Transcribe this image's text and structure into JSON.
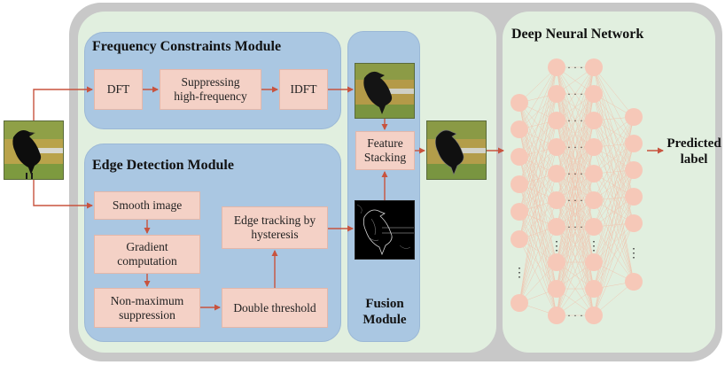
{
  "frequency_module": {
    "title": "Frequency Constraints Module",
    "dft": "DFT",
    "suppress": "Suppressing\nhigh-frequency",
    "idft": "IDFT"
  },
  "edge_module": {
    "title": "Edge Detection Module",
    "smooth": "Smooth image",
    "gradient": "Gradient\ncomputation",
    "nonmax": "Non-maximum\nsuppression",
    "double": "Double threshold",
    "tracking": "Edge tracking by\nhysteresis"
  },
  "fusion_module": {
    "title": "Fusion\nModule",
    "stacking": "Feature\nStacking"
  },
  "dnn": {
    "title": "Deep Neural Network",
    "ellipsis_h": "· · ·",
    "ellipsis_v": "⋮"
  },
  "output": {
    "label": "Predicted\nlabel"
  },
  "colors": {
    "arrow": "#c8533e",
    "node": "#f6c8b8",
    "box": "#f4d1c6",
    "panel": "#aac7e2"
  }
}
